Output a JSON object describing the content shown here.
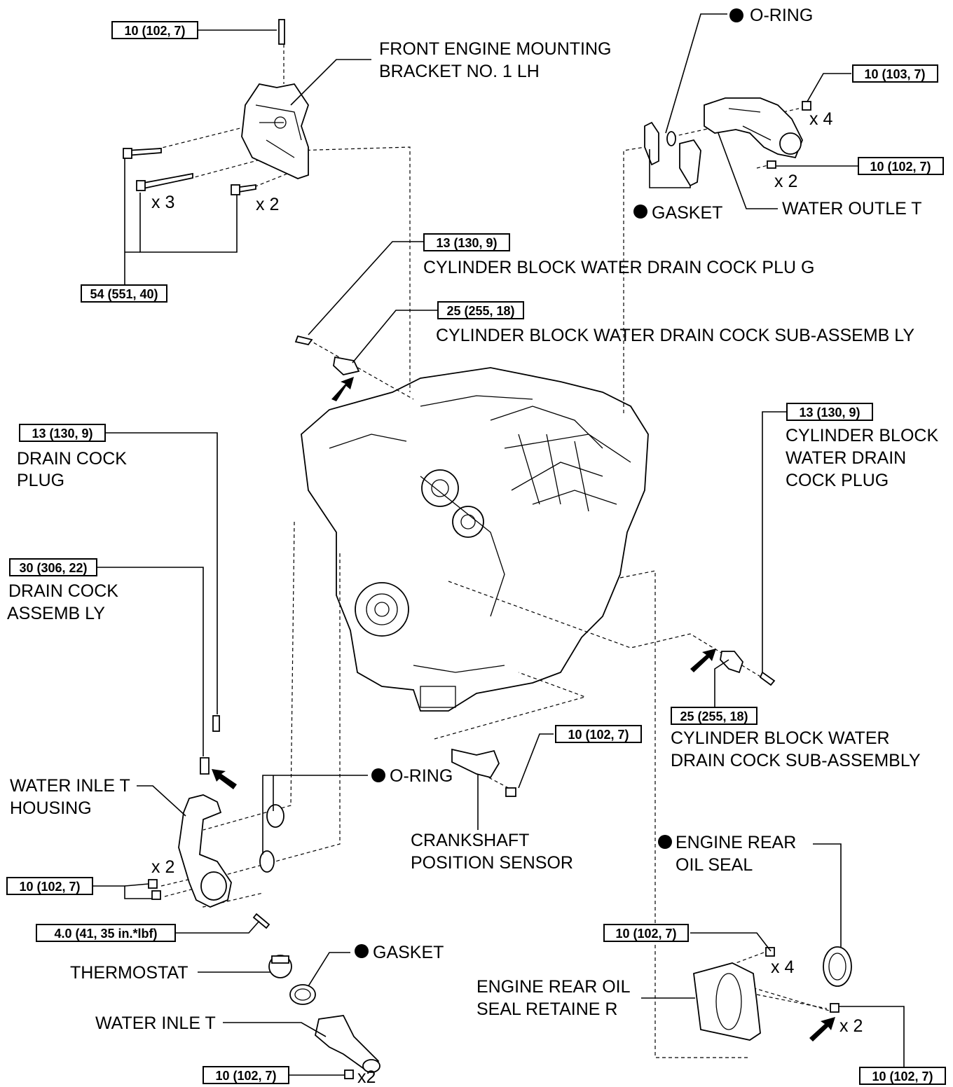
{
  "labels": {
    "front_bracket_1": "FRONT ENGINE MOUNTING",
    "front_bracket_2": "BRACKET NO. 1 LH",
    "o_ring_top": "O-RING",
    "gasket_top": "GASKET",
    "water_outlet": "WATER OUTLE T",
    "cb_drain_plug_top": "CYLINDER BLOCK WATER DRAIN COCK PLU G",
    "cb_drain_sub_top": "CYLINDER BLOCK WATER DRAIN COCK SUB-ASSEMB LY",
    "drain_cock_plug_1": "DRAIN COCK",
    "drain_cock_plug_2": "PLUG",
    "drain_cock_assy_1": "DRAIN COCK",
    "drain_cock_assy_2": "ASSEMB LY",
    "cb_plug_right_1": "CYLINDER BLOCK",
    "cb_plug_right_2": "WATER DRAIN",
    "cb_plug_right_3": "COCK PLUG",
    "cb_sub_right_1": "CYLINDER BLOCK WATER",
    "cb_sub_right_2": "DRAIN COCK SUB-ASSEMBLY",
    "water_inlet_housing_1": "WATER INLE T",
    "water_inlet_housing_2": "HOUSING",
    "o_ring_mid": "O-RING",
    "crank_sensor_1": "CRANKSHAFT",
    "crank_sensor_2": "POSITION SENSOR",
    "rear_oil_seal_1": "ENGINE REAR",
    "rear_oil_seal_2": "OIL SEAL",
    "thermostat": "THERMOSTAT",
    "gasket_bottom": "GASKET",
    "rear_retainer_1": "ENGINE REAR OIL",
    "rear_retainer_2": "SEAL RETAINE R",
    "water_inlet": "WATER INLE T"
  },
  "quantities": {
    "bracket_x3": "x 3",
    "bracket_x2": "x 2",
    "outlet_x4": "x 4",
    "outlet_x2": "x 2",
    "housing_x2": "x 2",
    "retainer_x4": "x 4",
    "retainer_x2": "x 2",
    "inlet_x2": "x2"
  },
  "torques": {
    "bracket_stud": "10 (102, 7)",
    "bracket_bolts": "54 (551, 40)",
    "outlet_nuts": "10 (103, 7)",
    "outlet_bolts": "10 (102, 7)",
    "cb_plug_top": "13 (130, 9)",
    "cb_sub_top": "25 (255, 18)",
    "drain_plug_left": "13 (130, 9)",
    "drain_assy_left": "30 (306, 22)",
    "cb_plug_right": "13 (130, 9)",
    "cb_sub_right": "25 (255, 18)",
    "crank_sensor_bolt": "10 (102, 7)",
    "housing_bolts": "10 (102, 7)",
    "housing_stud": "4.0 (41, 35 in.*lbf)",
    "retainer_top": "10 (102, 7)",
    "retainer_bottom": "10 (102, 7)",
    "inlet_nuts": "10 (102, 7)"
  }
}
